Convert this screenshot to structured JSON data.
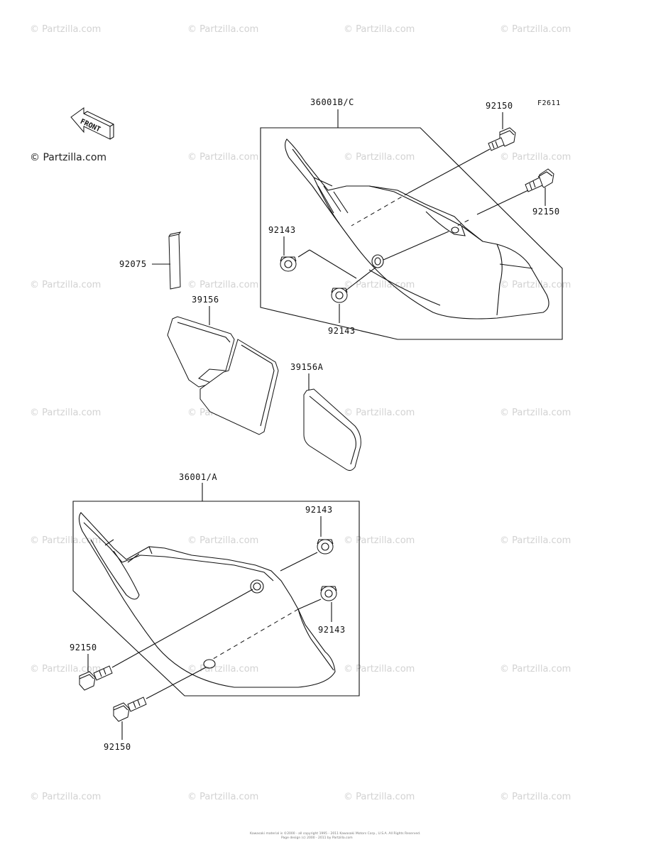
{
  "watermark_text": "© Partzilla.com",
  "logo_text": "© Partzilla.com",
  "figure_code": "F2611",
  "front_arrow_text": "FRONT",
  "parts": {
    "upper_cover": "36001B/C",
    "lower_cover": "36001/A",
    "bolt_upper_1": "92150",
    "bolt_upper_2": "92150",
    "bolt_lower_1": "92150",
    "bolt_lower_2": "92150",
    "collar_upper_1": "92143",
    "collar_upper_2": "92143",
    "collar_lower_1": "92143",
    "collar_lower_2": "92143",
    "pad": "92075",
    "decal": "39156",
    "decal_a": "39156A"
  },
  "footer": {
    "line1": "Kawasaki material is ©2000 - all copyright 1995 - 2011 Kawasaki Motors Corp., U.S.A. All Rights Reserved.",
    "line2": "Page design (c) 2000 - 2011 by Partzilla.com"
  }
}
